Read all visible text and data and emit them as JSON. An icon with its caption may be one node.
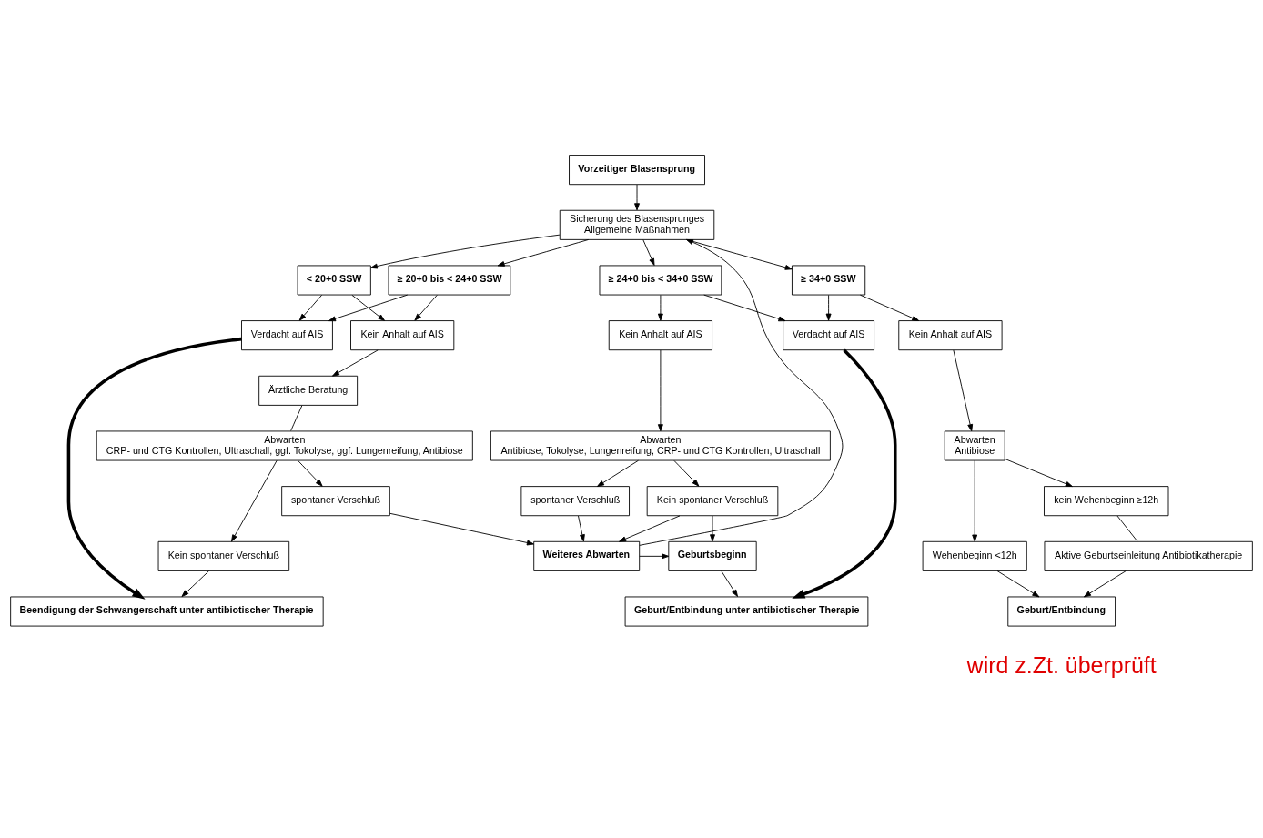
{
  "diagram": {
    "nodes": [
      {
        "text": [
          "Vorzeitiger Blasensprung"
        ]
      },
      {
        "text": [
          "Sicherung des Blasensprunges",
          "Allgemeine Maßnahmen"
        ]
      },
      {
        "text": [
          "< 20+0 SSW"
        ]
      },
      {
        "text": [
          "≥ 20+0 bis < 24+0 SSW"
        ]
      },
      {
        "text": [
          "≥ 24+0 bis < 34+0 SSW"
        ]
      },
      {
        "text": [
          "≥ 34+0 SSW"
        ]
      },
      {
        "text": [
          "Verdacht auf AIS"
        ]
      },
      {
        "text": [
          "Kein Anhalt auf AIS"
        ]
      },
      {
        "text": [
          "Kein Anhalt auf AIS"
        ]
      },
      {
        "text": [
          "Verdacht auf AIS"
        ]
      },
      {
        "text": [
          "Kein Anhalt auf AIS"
        ]
      },
      {
        "text": [
          "Ärztliche Beratung"
        ]
      },
      {
        "text": [
          "Abwarten",
          "CRP- und CTG Kontrollen, Ultraschall, ggf. Tokolyse, ggf. Lungenreifung, Antibiose"
        ]
      },
      {
        "text": [
          "Abwarten",
          "Antibiose, Tokolyse, Lungenreifung, CRP- und CTG Kontrollen, Ultraschall"
        ]
      },
      {
        "text": [
          "Abwarten",
          "Antibiose"
        ]
      },
      {
        "text": [
          "spontaner Verschluß"
        ]
      },
      {
        "text": [
          "Kein spontaner Verschluß"
        ]
      },
      {
        "text": [
          "Kein spontaner Verschluß"
        ]
      },
      {
        "text": [
          "spontaner Verschluß"
        ]
      },
      {
        "text": [
          "Wehenbeginn <12h"
        ]
      },
      {
        "text": [
          "kein Wehenbeginn ≥12h"
        ]
      },
      {
        "text": [
          "Aktive Geburtseinleitung Antibiotikatherapie"
        ]
      },
      {
        "text": [
          "Weiteres Abwarten"
        ]
      },
      {
        "text": [
          "Geburtsbeginn"
        ]
      },
      {
        "text": [
          "Beendigung der Schwangerschaft unter antibiotischer Therapie"
        ]
      },
      {
        "text": [
          "Geburt/Entbindung unter antibiotischer Therapie"
        ]
      },
      {
        "text": [
          "Geburt/Entbindung"
        ]
      }
    ],
    "edges": [
      {
        "from": 0,
        "to": 1,
        "arrow": "to"
      },
      {
        "from": 1,
        "to": 2,
        "arrow": "to"
      },
      {
        "from": 1,
        "to": 3,
        "arrow": "to"
      },
      {
        "from": 1,
        "to": 4,
        "arrow": "to"
      },
      {
        "from": 1,
        "to": 5,
        "arrow": "to"
      },
      {
        "from": 2,
        "to": 6,
        "arrow": "to"
      },
      {
        "from": 2,
        "to": 7,
        "arrow": "to"
      },
      {
        "from": 3,
        "to": 6,
        "arrow": "to"
      },
      {
        "from": 3,
        "to": 7,
        "arrow": "to"
      },
      {
        "from": 4,
        "to": 8,
        "arrow": "to"
      },
      {
        "from": 4,
        "to": 9,
        "arrow": "to"
      },
      {
        "from": 5,
        "to": 9,
        "arrow": "to"
      },
      {
        "from": 5,
        "to": 10,
        "arrow": "to"
      },
      {
        "from": 6,
        "to": 24,
        "arrow": "to",
        "style": "thick"
      },
      {
        "from": 7,
        "to": 11,
        "arrow": "to"
      },
      {
        "from": 11,
        "to": 12,
        "arrow": "none"
      },
      {
        "from": 12,
        "to": 17,
        "arrow": "to"
      },
      {
        "from": 12,
        "to": 18,
        "arrow": "to"
      },
      {
        "from": 17,
        "to": 24,
        "arrow": "to"
      },
      {
        "from": 18,
        "to": 22,
        "arrow": "to"
      },
      {
        "from": 22,
        "to": 1,
        "arrow": "to"
      },
      {
        "from": 22,
        "to": 23,
        "arrow": "to"
      },
      {
        "from": 8,
        "to": 13,
        "arrow": "to"
      },
      {
        "from": 13,
        "to": 15,
        "arrow": "to"
      },
      {
        "from": 13,
        "to": 16,
        "arrow": "to"
      },
      {
        "from": 15,
        "to": 22,
        "arrow": "to"
      },
      {
        "from": 16,
        "to": 22,
        "arrow": "to"
      },
      {
        "from": 16,
        "to": 23,
        "arrow": "to"
      },
      {
        "from": 23,
        "to": 25,
        "arrow": "to"
      },
      {
        "from": 9,
        "to": 25,
        "arrow": "to",
        "style": "thick"
      },
      {
        "from": 10,
        "to": 14,
        "arrow": "to"
      },
      {
        "from": 14,
        "to": 19,
        "arrow": "to"
      },
      {
        "from": 14,
        "to": 20,
        "arrow": "to"
      },
      {
        "from": 19,
        "to": 26,
        "arrow": "to"
      },
      {
        "from": 20,
        "to": 21,
        "arrow": "none"
      },
      {
        "from": 21,
        "to": 26,
        "arrow": "to"
      }
    ],
    "labels": [
      "wird z.Zt. überprüft"
    ]
  }
}
